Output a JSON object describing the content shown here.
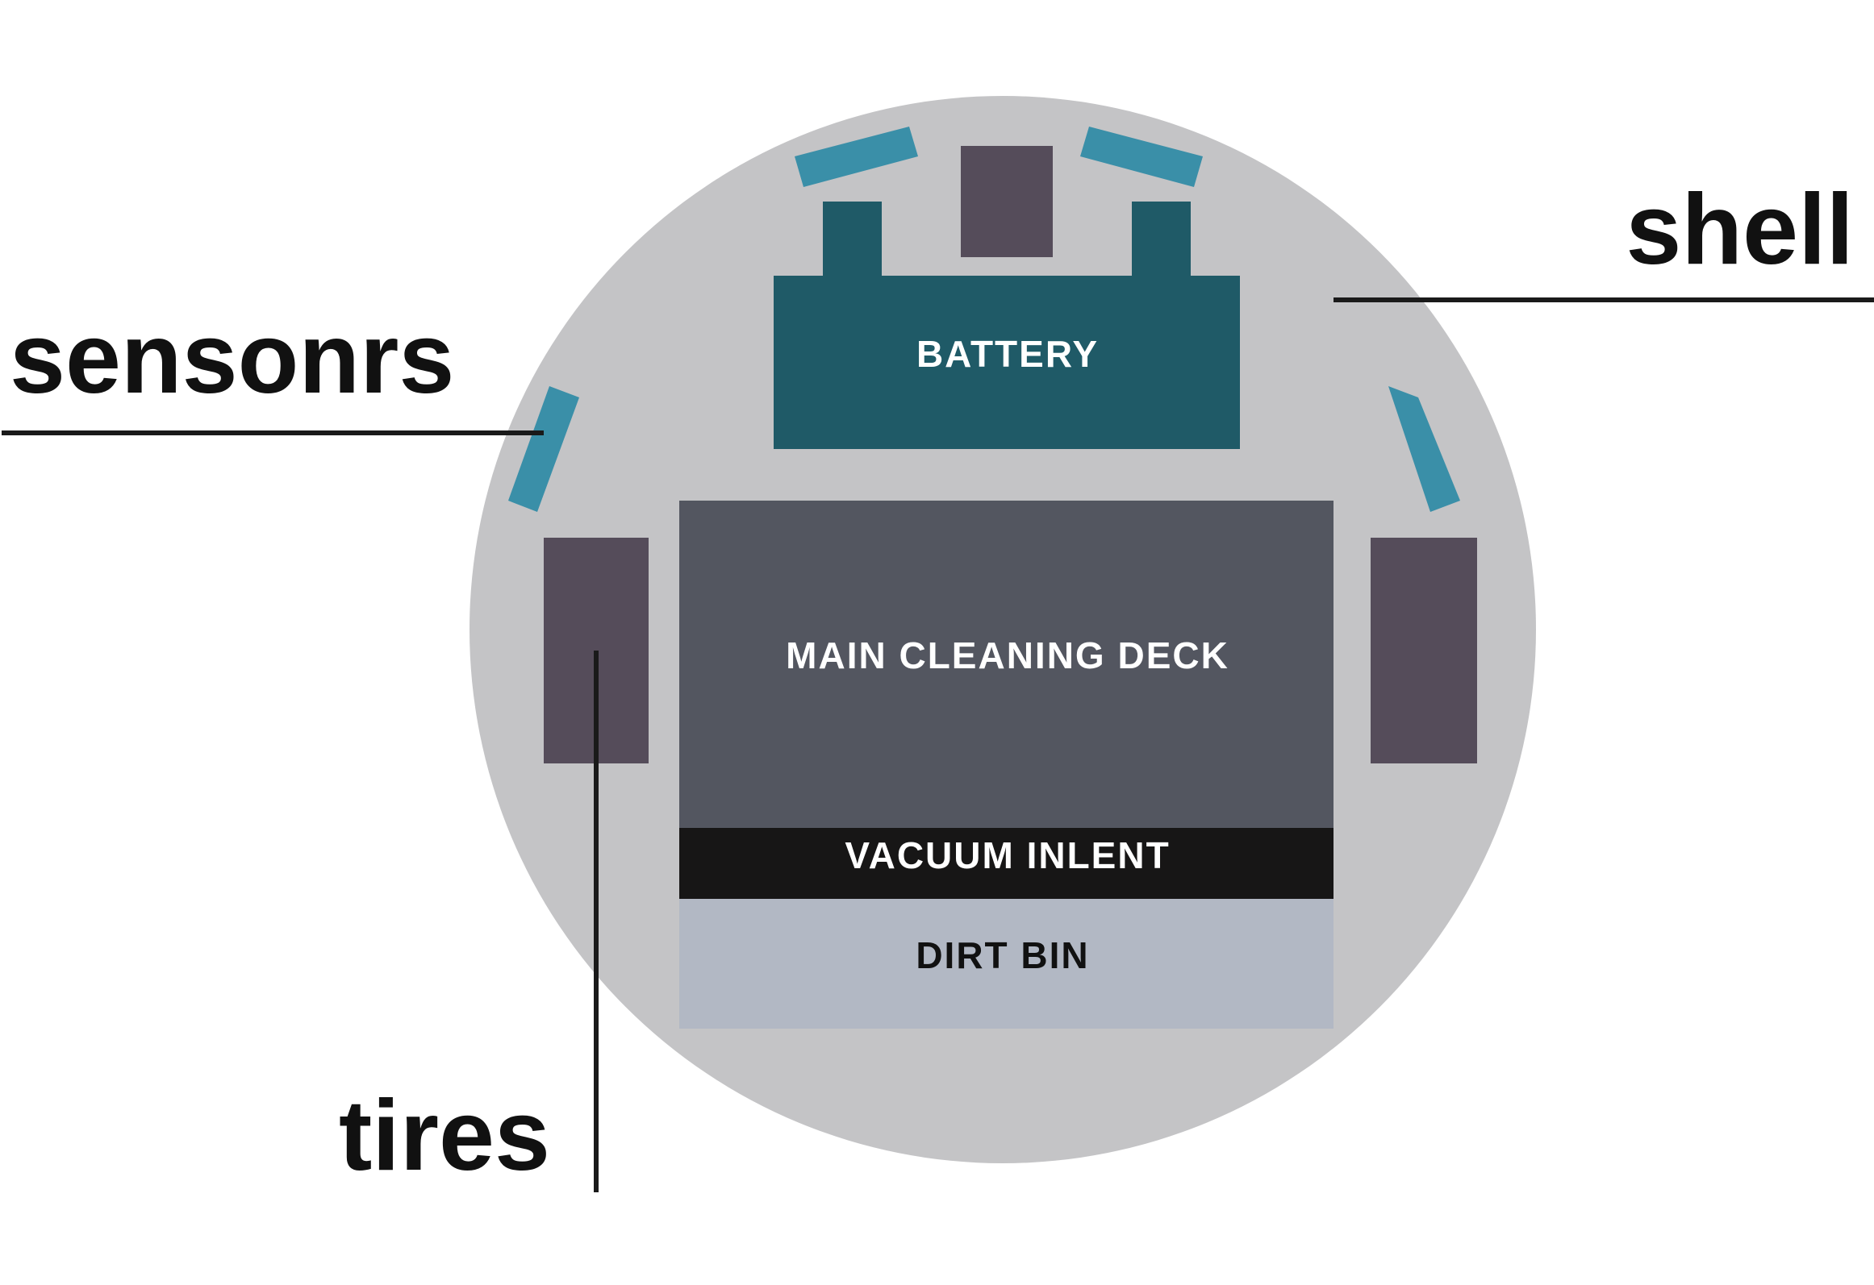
{
  "colors": {
    "background": "#ffffff",
    "shell": "#c4c4c6",
    "sensor": "#3a8fa8",
    "battery": "#1f5a67",
    "tire": "#554c5a",
    "deck": "#535660",
    "vacuum": "#171616",
    "dirt_bin": "#b2b8c4",
    "leader_line": "#1a1a1a",
    "light_text": "#ffffff",
    "dark_text": "#111111"
  },
  "parts": {
    "battery": "BATTERY",
    "main_deck": "MAIN CLEANING DECK",
    "vacuum_inlet": "VACUUM INLENT",
    "dirt_bin": "DIRT BIN"
  },
  "callouts": {
    "shell": "shell",
    "sensors": "sensonrs",
    "tires": "tires"
  }
}
